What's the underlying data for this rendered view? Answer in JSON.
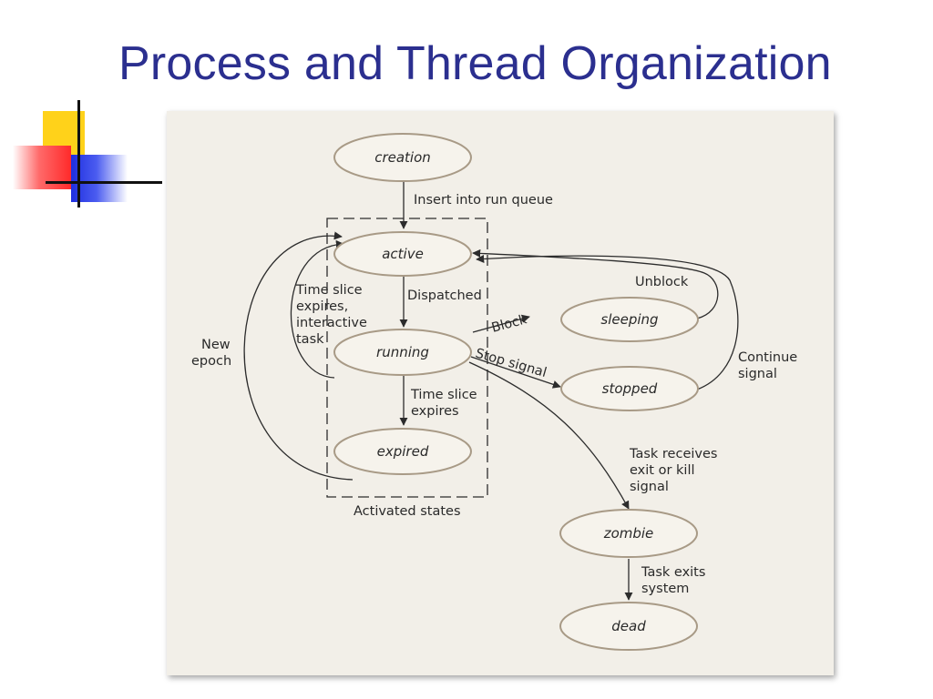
{
  "slide": {
    "title": "Process and Thread Organization",
    "title_color": "#2b2f8f"
  },
  "decoration": {
    "yellow": "#ffd21a",
    "red": "#ff3333",
    "blue": "#2233dd"
  },
  "diagram": {
    "states": {
      "creation": "creation",
      "active": "active",
      "running": "running",
      "expired": "expired",
      "sleeping": "sleeping",
      "stopped": "stopped",
      "zombie": "zombie",
      "dead": "dead"
    },
    "edge_labels": {
      "insert_run_queue": "Insert into run queue",
      "dispatched": "Dispatched",
      "time_slice_expires_interactive": [
        "Time slice",
        "expires,",
        "interactive",
        "task"
      ],
      "new_epoch": [
        "New",
        "epoch"
      ],
      "time_slice_expires": [
        "Time slice",
        "expires"
      ],
      "block": "Block",
      "stop_signal": "Stop signal",
      "unblock": "Unblock",
      "continue_signal": [
        "Continue",
        "signal"
      ],
      "task_receives_exit": [
        "Task receives",
        "exit or kill",
        "signal"
      ],
      "task_exits_system": [
        "Task exits",
        "system"
      ]
    },
    "group_label": "Activated states"
  }
}
